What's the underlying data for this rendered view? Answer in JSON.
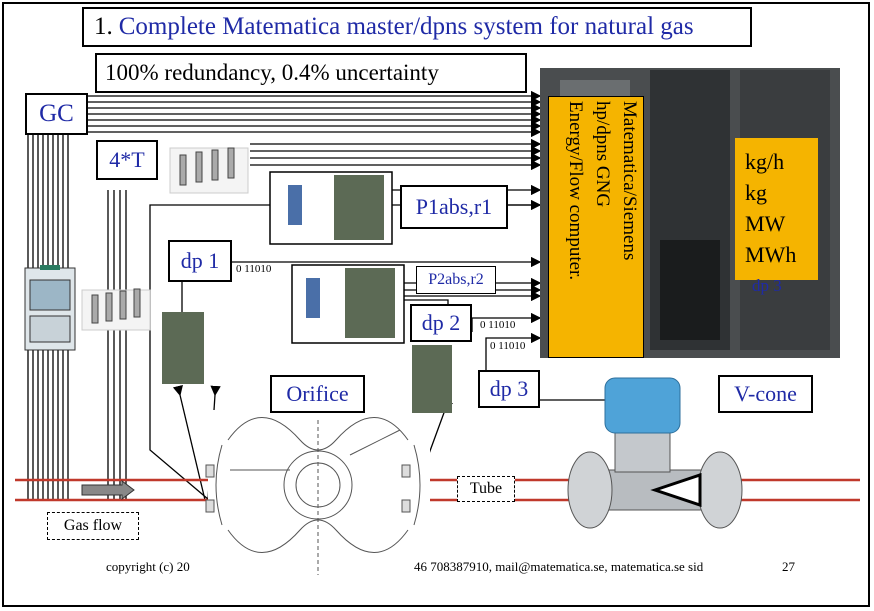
{
  "slide": {
    "number": "1.",
    "title": "Complete Matematica master/dpns system for natural gas",
    "subtitle": "100% redundancy,  0.4% uncertainty",
    "footer": "copyright (c) 20",
    "footer_right": "46 708387910, mail@matematica.se, matematica.se sid",
    "page_number": "27"
  },
  "labels": {
    "gc": "GC",
    "temp": "4*T",
    "p1": "P1abs,r1",
    "dp1": "dp 1",
    "p2": "P2abs,r2",
    "dp2": "dp 2",
    "dp3": "dp 3",
    "orifice": "Orifice",
    "vcone": "V-cone",
    "tube": "Tube",
    "gas_flow": "Gas flow",
    "bits1": "0 11010",
    "bits2": "0 11010",
    "bits3": "0 11010"
  },
  "computer": {
    "lines": [
      "Matematica/Siemens",
      "hp/dpns GNG",
      "Energy/Flow computer."
    ]
  },
  "outputs": {
    "units": [
      "kg/h",
      "kg",
      "MW",
      "MWh"
    ],
    "extra": "dp 3"
  },
  "colors": {
    "computer_box": "#f5b400",
    "text_blue": "#1f2aa6",
    "pipe_red": "#c0392b"
  }
}
